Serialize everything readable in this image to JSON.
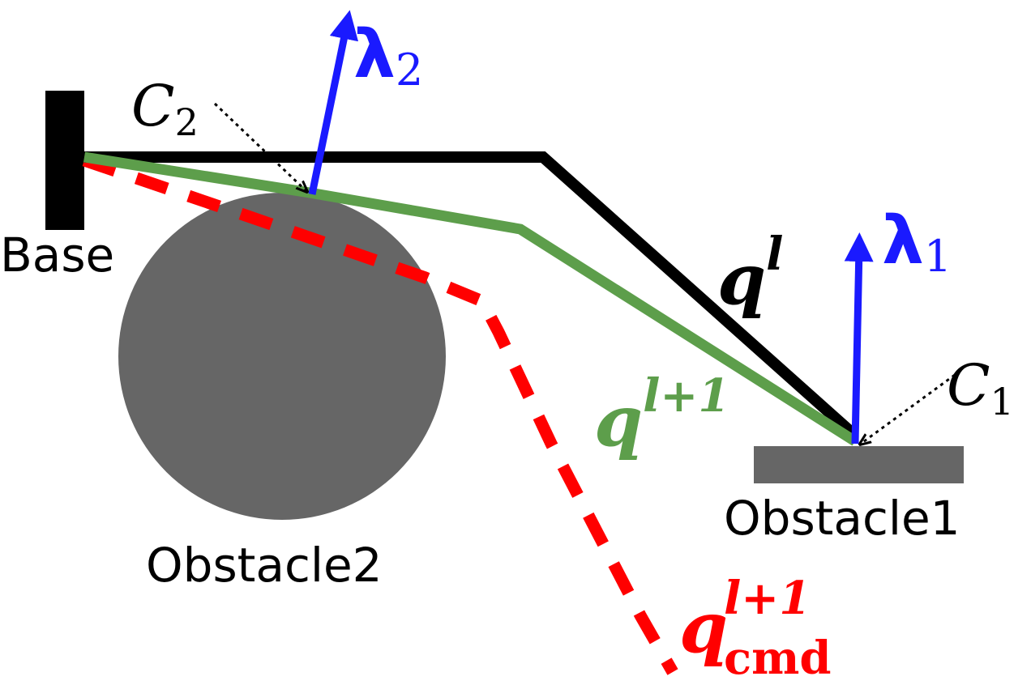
{
  "colors": {
    "link_current": "#000000",
    "link_next": "#5d9e4b",
    "link_cmd": "#ff0000",
    "force": "#1a1aff",
    "obstacle": "#666666",
    "pointer": "#000000"
  },
  "labels": {
    "base": "Base",
    "obstacle1": "Obstacle1",
    "obstacle2": "Obstacle2",
    "contact1": {
      "symbol": "C",
      "sub": "1"
    },
    "contact2": {
      "symbol": "C",
      "sub": "2"
    },
    "lambda1": {
      "symbol": "λ",
      "sub": "1"
    },
    "lambda2": {
      "symbol": "λ",
      "sub": "2"
    },
    "q_current": {
      "symbol": "q",
      "sup": "l"
    },
    "q_next": {
      "symbol": "q",
      "sup": "l+1"
    },
    "q_cmd": {
      "symbol": "q",
      "sup": "l+1",
      "sub": "cmd"
    }
  }
}
